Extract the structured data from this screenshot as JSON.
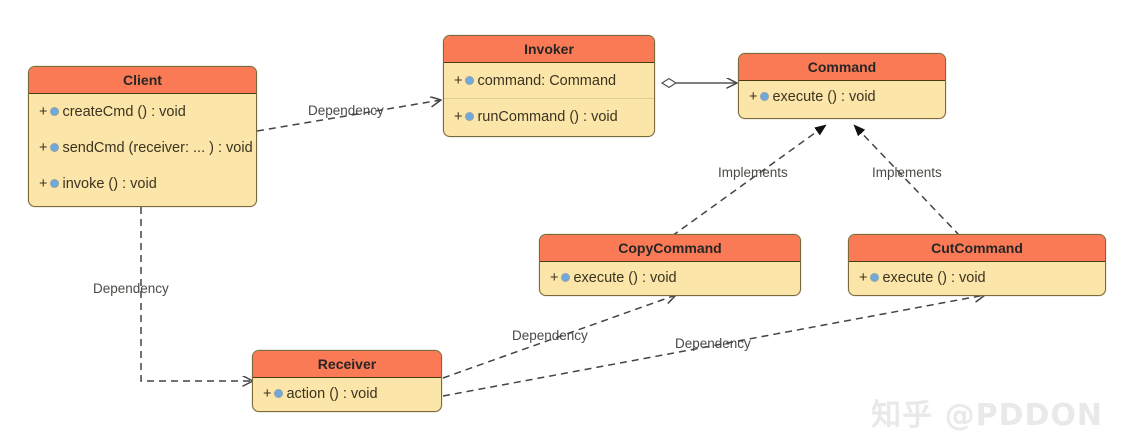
{
  "diagram": {
    "title": "Command Pattern UML Class Diagram",
    "colors": {
      "header": "#fa7a55",
      "body": "#fce5a8",
      "border": "#7a6a3a",
      "edge": "#555555",
      "method_dot": "#6fa8dc",
      "watermark": "#e9e9e9"
    },
    "classes": [
      {
        "id": "client",
        "name": "Client",
        "members": [
          {
            "visibility": "+",
            "signature": "createCmd () : void"
          },
          {
            "visibility": "+",
            "signature": "sendCmd (receiver: ...  ) : void"
          },
          {
            "visibility": "+",
            "signature": "invoke () : void"
          }
        ]
      },
      {
        "id": "invoker",
        "name": "Invoker",
        "members": [
          {
            "visibility": "+",
            "signature": "command: Command"
          },
          {
            "visibility": "+",
            "signature": "runCommand () : void"
          }
        ]
      },
      {
        "id": "command",
        "name": "Command",
        "members": [
          {
            "visibility": "+",
            "signature": "execute () : void"
          }
        ]
      },
      {
        "id": "copycommand",
        "name": "CopyCommand",
        "members": [
          {
            "visibility": "+",
            "signature": "execute () : void"
          }
        ]
      },
      {
        "id": "cutcommand",
        "name": "CutCommand",
        "members": [
          {
            "visibility": "+",
            "signature": "execute () : void"
          }
        ]
      },
      {
        "id": "receiver",
        "name": "Receiver",
        "members": [
          {
            "visibility": "+",
            "signature": "action () : void"
          }
        ]
      }
    ],
    "edge_labels": [
      {
        "id": "client-invoker",
        "text": "Dependency"
      },
      {
        "id": "client-receiver",
        "text": "Dependency"
      },
      {
        "id": "copy-implements",
        "text": "Implements"
      },
      {
        "id": "cut-implements",
        "text": "Implements"
      },
      {
        "id": "copy-receiver",
        "text": "Dependency"
      },
      {
        "id": "cut-receiver",
        "text": "Dependency"
      }
    ],
    "watermark": "知乎 @PDDON"
  }
}
